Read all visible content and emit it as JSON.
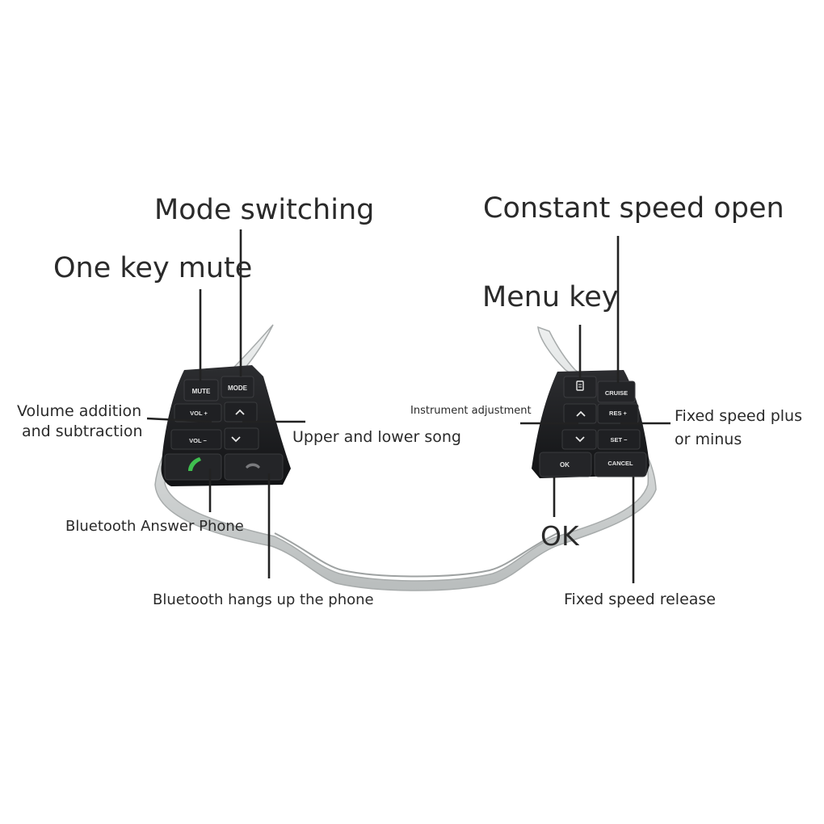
{
  "callouts": {
    "mode_switching": "Mode switching",
    "one_key_mute": "One key mute",
    "volume_line1": "Volume addition",
    "volume_line2": "and subtraction",
    "upper_lower_song": "Upper and lower song",
    "bt_answer": "Bluetooth Answer Phone",
    "bt_hangup": "Bluetooth hangs up the phone",
    "constant_speed_open": "Constant speed open",
    "menu_key": "Menu key",
    "instrument_adjustment": "Instrument adjustment",
    "fixed_speed_line1": "Fixed speed plus",
    "fixed_speed_line2": "or minus",
    "ok": "OK",
    "fixed_speed_release": "Fixed speed release"
  },
  "keys": {
    "mute": "MUTE",
    "mode": "MODE",
    "vol_plus": "VOL +",
    "vol_minus": "VOL −",
    "cruise": "CRUISE",
    "res_plus": "RES +",
    "set_minus": "SET −",
    "ok": "OK",
    "cancel": "CANCEL"
  },
  "icons": {
    "up": "chevron-up-icon",
    "down": "chevron-down-icon",
    "answer": "phone-answer-icon",
    "hangup": "phone-hangup-icon",
    "menu": "menu-icon"
  },
  "colors": {
    "panel_black": "#1b1c1e",
    "bezel_silver": "#d9dcdc",
    "answer_green": "#3fbf4f",
    "label_text": "#2a2a2a"
  }
}
